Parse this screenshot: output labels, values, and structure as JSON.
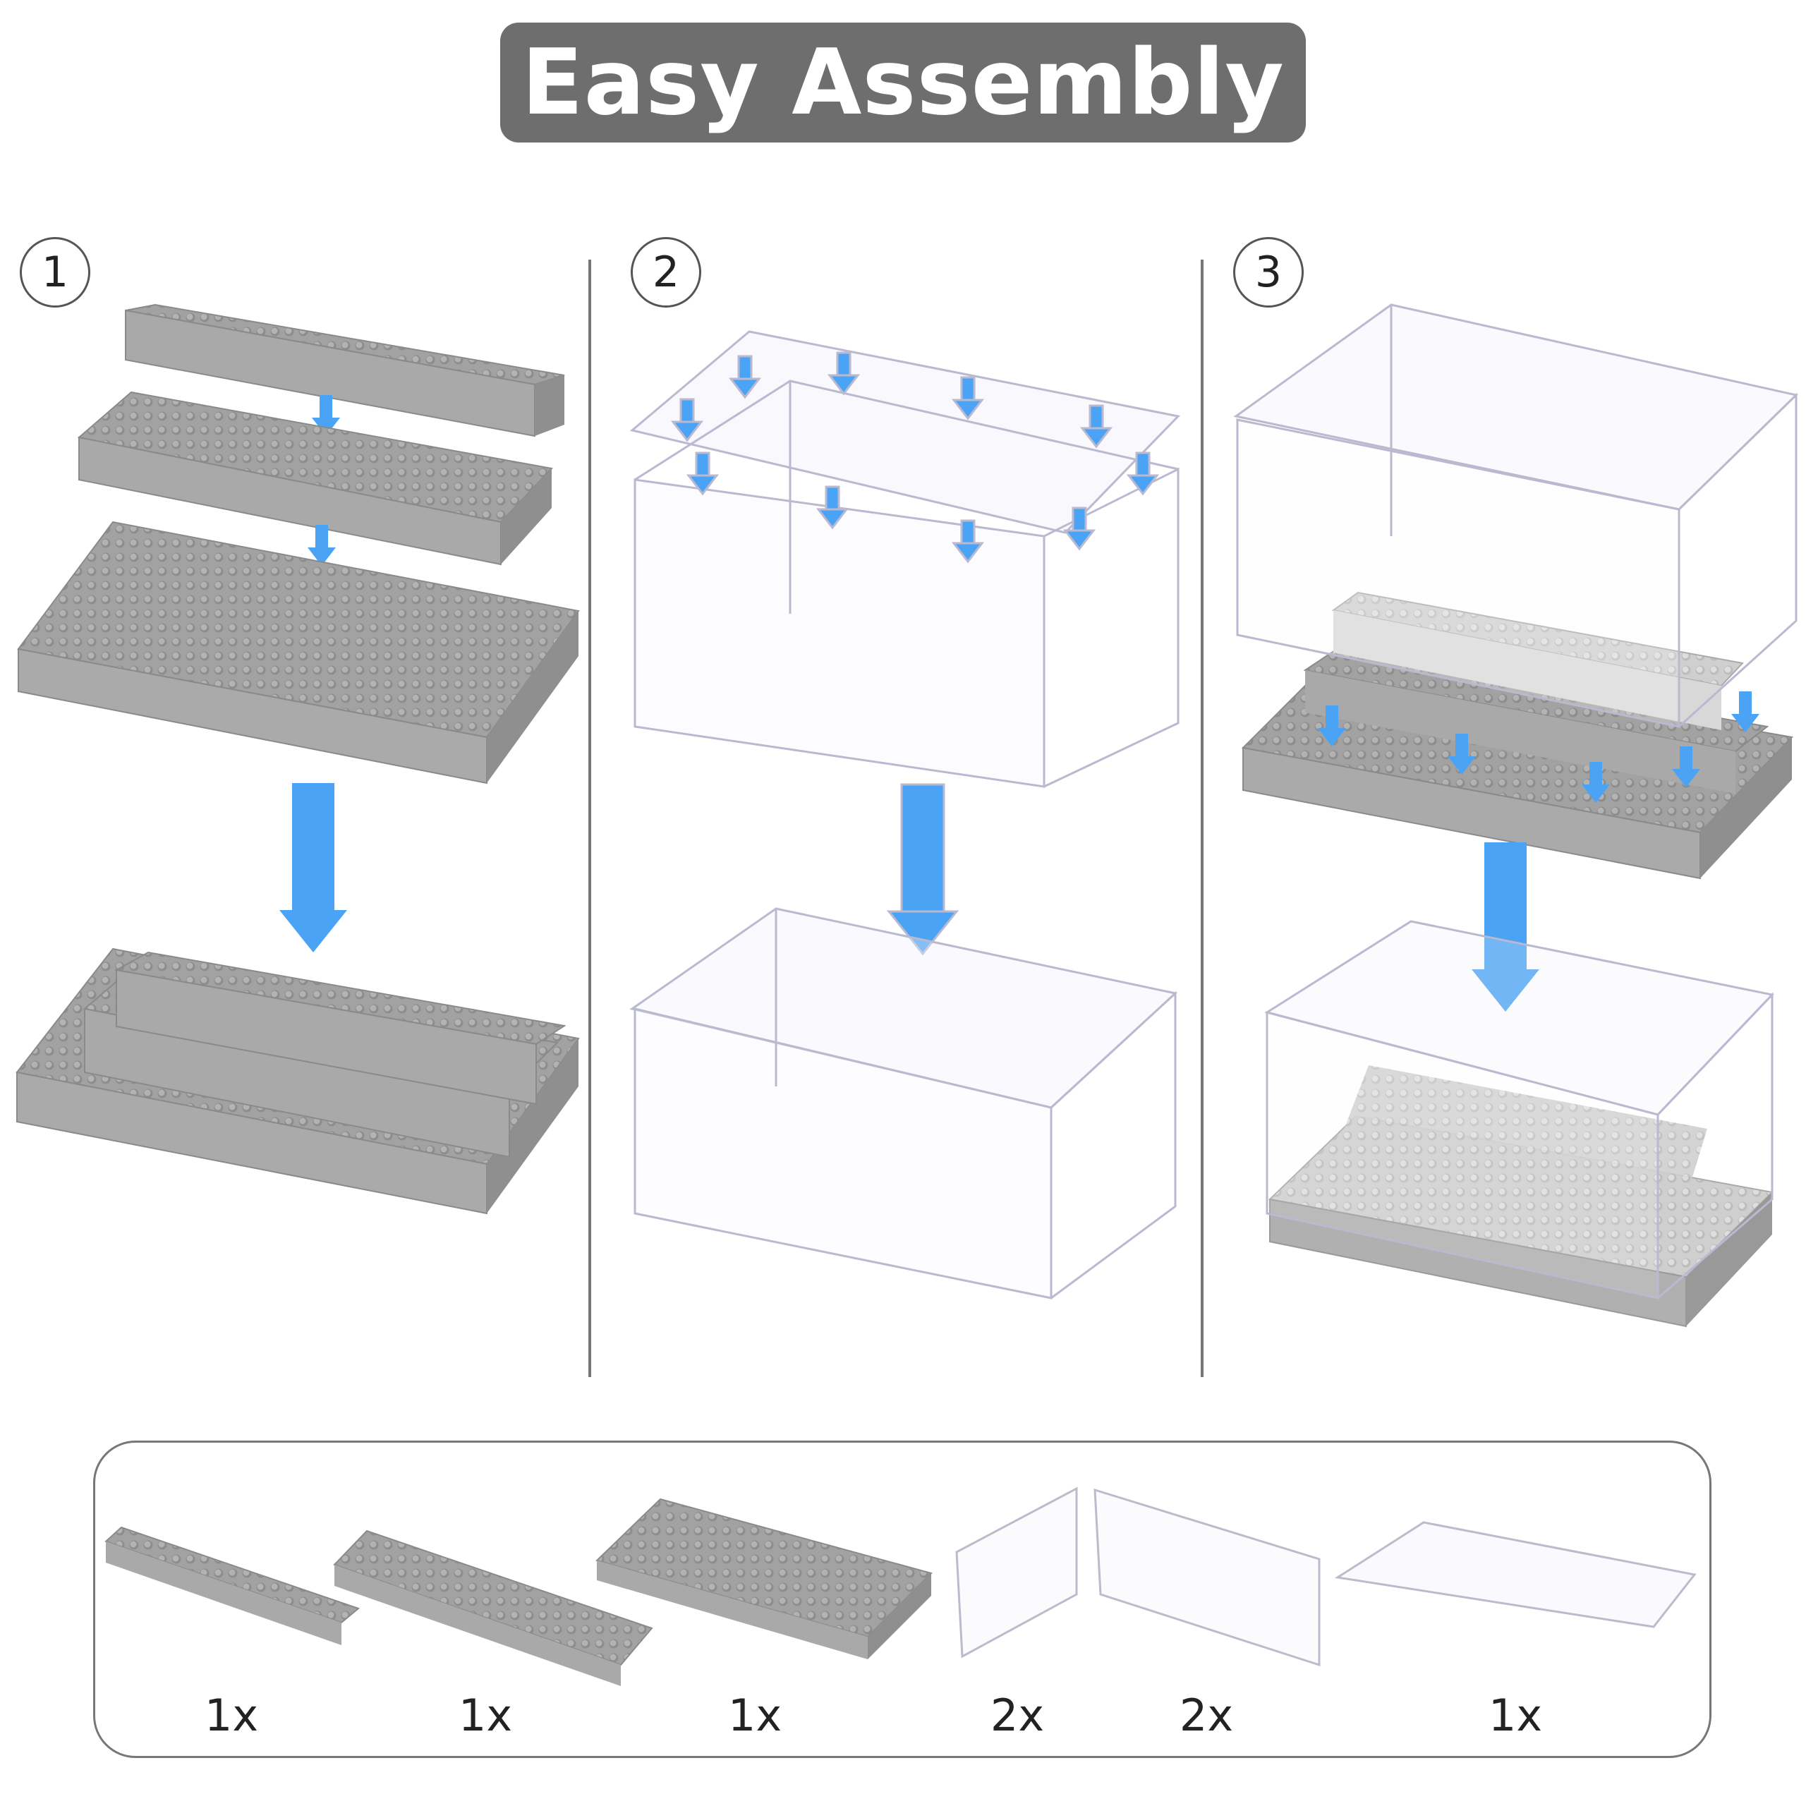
{
  "title": "Easy Assembly",
  "steps": [
    "1",
    "2",
    "3"
  ],
  "parts": {
    "quantities": [
      "1x",
      "1x",
      "1x",
      "2x",
      "2x",
      "1x"
    ]
  },
  "colors": {
    "title_bg": "#6e6e6e",
    "brick_gray": "#9c9c9c",
    "arrow_blue": "#4aa3f5",
    "acrylic_edge": "#b9b9d0"
  }
}
